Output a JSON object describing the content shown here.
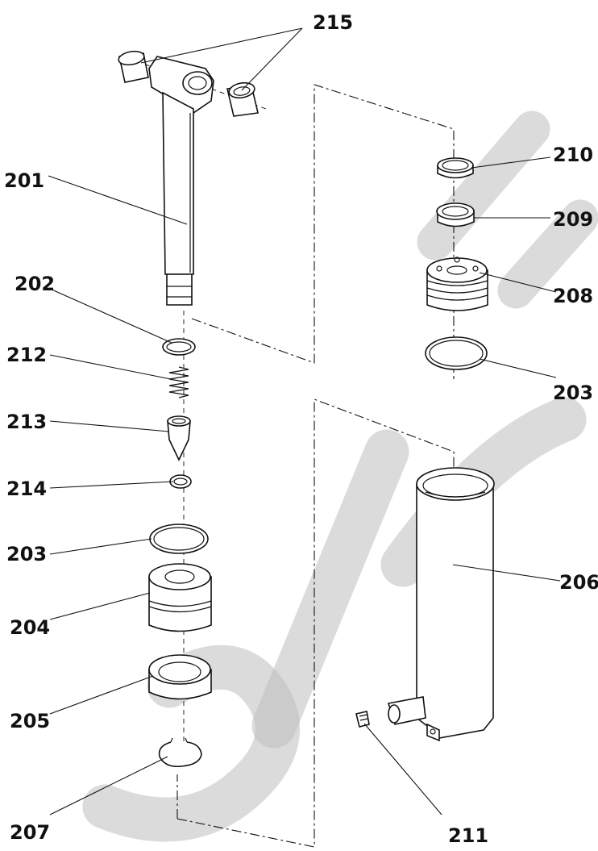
{
  "diagram": {
    "labels": [
      {
        "id": "215",
        "text": "215"
      },
      {
        "id": "201",
        "text": "201"
      },
      {
        "id": "202",
        "text": "202"
      },
      {
        "id": "212",
        "text": "212"
      },
      {
        "id": "213",
        "text": "213"
      },
      {
        "id": "214",
        "text": "214"
      },
      {
        "id": "203a",
        "text": "203"
      },
      {
        "id": "204",
        "text": "204"
      },
      {
        "id": "205",
        "text": "205"
      },
      {
        "id": "207",
        "text": "207"
      },
      {
        "id": "210",
        "text": "210"
      },
      {
        "id": "209",
        "text": "209"
      },
      {
        "id": "208",
        "text": "208"
      },
      {
        "id": "203b",
        "text": "203"
      },
      {
        "id": "206",
        "text": "206"
      },
      {
        "id": "211",
        "text": "211"
      }
    ],
    "watermark_color": "#bdbdbd",
    "line_color": "#111111"
  }
}
